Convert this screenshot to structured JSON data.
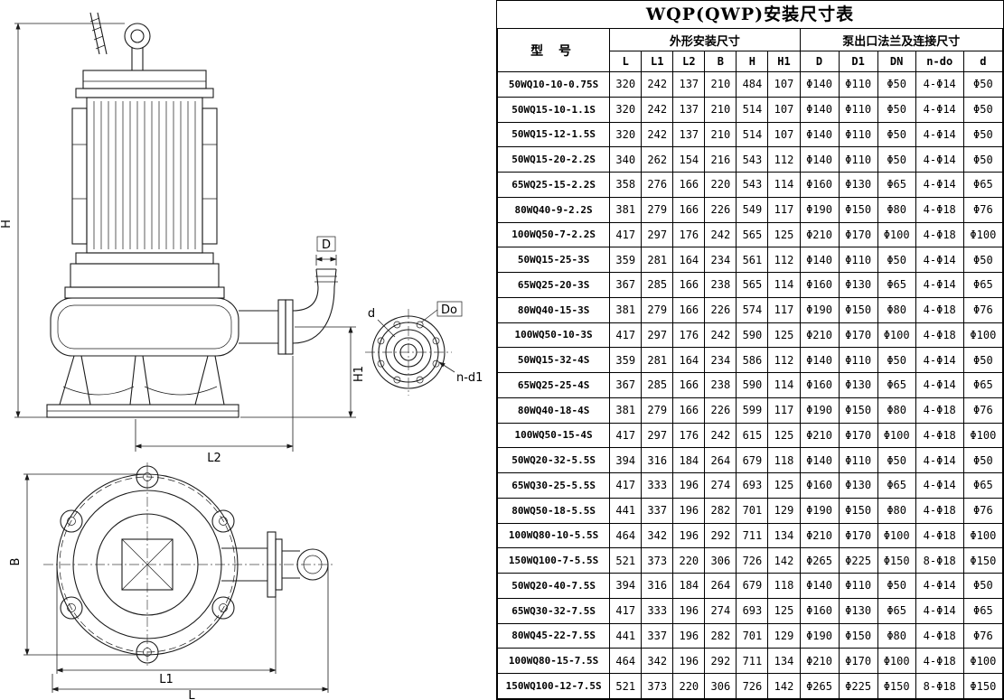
{
  "title": "WQP(QWP)安装尺寸表",
  "table": {
    "model_header": "型 号",
    "group1": "外形安装尺寸",
    "group2": "泵出口法兰及连接尺寸",
    "dim_headers": [
      "L",
      "L1",
      "L2",
      "B",
      "H",
      "H1"
    ],
    "flange_headers": [
      "D",
      "D1",
      "DN",
      "n-do",
      "d"
    ],
    "rows": [
      {
        "model": "50WQ10-10-0.75S",
        "values": [
          "320",
          "242",
          "137",
          "210",
          "484",
          "107",
          "Φ140",
          "Φ110",
          "Φ50",
          "4-Φ14",
          "Φ50"
        ]
      },
      {
        "model": "50WQ15-10-1.1S",
        "values": [
          "320",
          "242",
          "137",
          "210",
          "514",
          "107",
          "Φ140",
          "Φ110",
          "Φ50",
          "4-Φ14",
          "Φ50"
        ]
      },
      {
        "model": "50WQ15-12-1.5S",
        "values": [
          "320",
          "242",
          "137",
          "210",
          "514",
          "107",
          "Φ140",
          "Φ110",
          "Φ50",
          "4-Φ14",
          "Φ50"
        ]
      },
      {
        "model": "50WQ15-20-2.2S",
        "values": [
          "340",
          "262",
          "154",
          "216",
          "543",
          "112",
          "Φ140",
          "Φ110",
          "Φ50",
          "4-Φ14",
          "Φ50"
        ]
      },
      {
        "model": "65WQ25-15-2.2S",
        "values": [
          "358",
          "276",
          "166",
          "220",
          "543",
          "114",
          "Φ160",
          "Φ130",
          "Φ65",
          "4-Φ14",
          "Φ65"
        ]
      },
      {
        "model": "80WQ40-9-2.2S",
        "values": [
          "381",
          "279",
          "166",
          "226",
          "549",
          "117",
          "Φ190",
          "Φ150",
          "Φ80",
          "4-Φ18",
          "Φ76"
        ]
      },
      {
        "model": "100WQ50-7-2.2S",
        "values": [
          "417",
          "297",
          "176",
          "242",
          "565",
          "125",
          "Φ210",
          "Φ170",
          "Φ100",
          "4-Φ18",
          "Φ100"
        ]
      },
      {
        "model": "50WQ15-25-3S",
        "values": [
          "359",
          "281",
          "164",
          "234",
          "561",
          "112",
          "Φ140",
          "Φ110",
          "Φ50",
          "4-Φ14",
          "Φ50"
        ]
      },
      {
        "model": "65WQ25-20-3S",
        "values": [
          "367",
          "285",
          "166",
          "238",
          "565",
          "114",
          "Φ160",
          "Φ130",
          "Φ65",
          "4-Φ14",
          "Φ65"
        ]
      },
      {
        "model": "80WQ40-15-3S",
        "values": [
          "381",
          "279",
          "166",
          "226",
          "574",
          "117",
          "Φ190",
          "Φ150",
          "Φ80",
          "4-Φ18",
          "Φ76"
        ]
      },
      {
        "model": "100WQ50-10-3S",
        "values": [
          "417",
          "297",
          "176",
          "242",
          "590",
          "125",
          "Φ210",
          "Φ170",
          "Φ100",
          "4-Φ18",
          "Φ100"
        ]
      },
      {
        "model": "50WQ15-32-4S",
        "values": [
          "359",
          "281",
          "164",
          "234",
          "586",
          "112",
          "Φ140",
          "Φ110",
          "Φ50",
          "4-Φ14",
          "Φ50"
        ]
      },
      {
        "model": "65WQ25-25-4S",
        "values": [
          "367",
          "285",
          "166",
          "238",
          "590",
          "114",
          "Φ160",
          "Φ130",
          "Φ65",
          "4-Φ14",
          "Φ65"
        ]
      },
      {
        "model": "80WQ40-18-4S",
        "values": [
          "381",
          "279",
          "166",
          "226",
          "599",
          "117",
          "Φ190",
          "Φ150",
          "Φ80",
          "4-Φ18",
          "Φ76"
        ]
      },
      {
        "model": "100WQ50-15-4S",
        "values": [
          "417",
          "297",
          "176",
          "242",
          "615",
          "125",
          "Φ210",
          "Φ170",
          "Φ100",
          "4-Φ18",
          "Φ100"
        ]
      },
      {
        "model": "50WQ20-32-5.5S",
        "values": [
          "394",
          "316",
          "184",
          "264",
          "679",
          "118",
          "Φ140",
          "Φ110",
          "Φ50",
          "4-Φ14",
          "Φ50"
        ]
      },
      {
        "model": "65WQ30-25-5.5S",
        "values": [
          "417",
          "333",
          "196",
          "274",
          "693",
          "125",
          "Φ160",
          "Φ130",
          "Φ65",
          "4-Φ14",
          "Φ65"
        ]
      },
      {
        "model": "80WQ50-18-5.5S",
        "values": [
          "441",
          "337",
          "196",
          "282",
          "701",
          "129",
          "Φ190",
          "Φ150",
          "Φ80",
          "4-Φ18",
          "Φ76"
        ]
      },
      {
        "model": "100WQ80-10-5.5S",
        "values": [
          "464",
          "342",
          "196",
          "292",
          "711",
          "134",
          "Φ210",
          "Φ170",
          "Φ100",
          "4-Φ18",
          "Φ100"
        ]
      },
      {
        "model": "150WQ100-7-5.5S",
        "values": [
          "521",
          "373",
          "220",
          "306",
          "726",
          "142",
          "Φ265",
          "Φ225",
          "Φ150",
          "8-Φ18",
          "Φ150"
        ]
      },
      {
        "model": "50WQ20-40-7.5S",
        "values": [
          "394",
          "316",
          "184",
          "264",
          "679",
          "118",
          "Φ140",
          "Φ110",
          "Φ50",
          "4-Φ14",
          "Φ50"
        ]
      },
      {
        "model": "65WQ30-32-7.5S",
        "values": [
          "417",
          "333",
          "196",
          "274",
          "693",
          "125",
          "Φ160",
          "Φ130",
          "Φ65",
          "4-Φ14",
          "Φ65"
        ]
      },
      {
        "model": "80WQ45-22-7.5S",
        "values": [
          "441",
          "337",
          "196",
          "282",
          "701",
          "129",
          "Φ190",
          "Φ150",
          "Φ80",
          "4-Φ18",
          "Φ76"
        ]
      },
      {
        "model": "100WQ80-15-7.5S",
        "values": [
          "464",
          "342",
          "196",
          "292",
          "711",
          "134",
          "Φ210",
          "Φ170",
          "Φ100",
          "4-Φ18",
          "Φ100"
        ]
      },
      {
        "model": "150WQ100-12-7.5S",
        "values": [
          "521",
          "373",
          "220",
          "306",
          "726",
          "142",
          "Φ265",
          "Φ225",
          "Φ150",
          "8-Φ18",
          "Φ150"
        ]
      }
    ]
  },
  "drawing": {
    "labels": {
      "H": "H",
      "D": "D",
      "H1": "H1",
      "L2": "L2",
      "d": "d",
      "Do": "Do",
      "n_d1": "n-d1",
      "B": "B",
      "L1": "L1",
      "L": "L"
    }
  }
}
